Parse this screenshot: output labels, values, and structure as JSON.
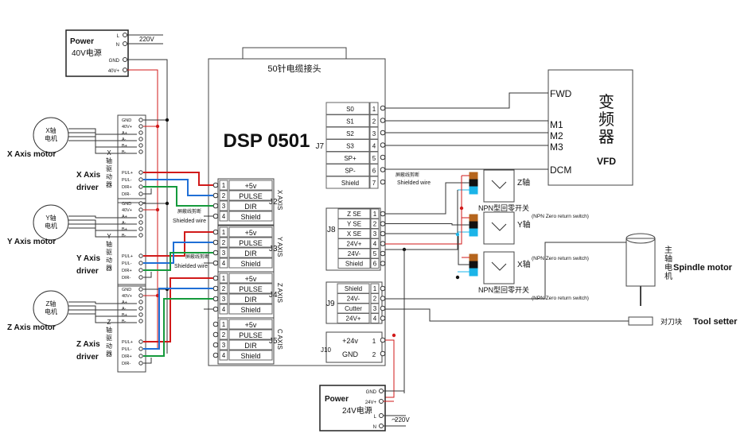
{
  "power40": {
    "title": "Power",
    "subtitle": "40V电源",
    "pins": [
      "L",
      "N",
      "GND",
      "40V+"
    ],
    "supply": "220V"
  },
  "power24": {
    "title": "Power",
    "subtitle": "24V电源",
    "pins": [
      "GND",
      "24V+",
      "L",
      "N"
    ],
    "supply": "220V"
  },
  "controller": {
    "connector_label": "50针电缆接头",
    "model": "DSP 0501"
  },
  "motors": [
    {
      "icon_text": "X轴\n电机",
      "label": "X Axis motor"
    },
    {
      "icon_text": "Y轴\n电机",
      "label": "Y Axis motor"
    },
    {
      "icon_text": "Z轴\n电机",
      "label": "Z Axis motor"
    }
  ],
  "drivers": [
    {
      "vertical_text": "X轴驱动器",
      "label": "X Axis\ndriver"
    },
    {
      "vertical_text": "Y轴驱动器",
      "label": "Y Axis\ndriver"
    },
    {
      "vertical_text": "Z轴驱动器",
      "label": "Z Axis\ndriver"
    }
  ],
  "driver_pins_top": [
    "GND",
    "40V+",
    "A+",
    "A-",
    "B+",
    "B-"
  ],
  "driver_pins_bottom": [
    "PUL+",
    "PUL-",
    "DIR+",
    "DIR-"
  ],
  "axis_connectors": [
    {
      "id": "J2",
      "axis": "X AXIS",
      "pins": [
        "+5v",
        "PULSE",
        "DIR",
        "Shield"
      ]
    },
    {
      "id": "J3",
      "axis": "Y AXIS",
      "pins": [
        "+5v",
        "PULSE",
        "DIR",
        "Shield"
      ]
    },
    {
      "id": "J4",
      "axis": "Z AXIS",
      "pins": [
        "+5v",
        "PULSE",
        "DIR",
        "Shield"
      ]
    },
    {
      "id": "J5",
      "axis": "C AXIS",
      "pins": [
        "+5v",
        "PULSE",
        "DIR",
        "Shield"
      ]
    }
  ],
  "j7": {
    "id": "J7",
    "pins": [
      "S0",
      "S1",
      "S2",
      "S3",
      "SP+",
      "SP-",
      "Shield"
    ]
  },
  "j8": {
    "id": "J8",
    "pins": [
      "Z SE",
      "Y SE",
      "X SE",
      "24V+",
      "24V-",
      "Shield"
    ]
  },
  "j9": {
    "id": "J9",
    "pins": [
      "Shield",
      "24V-",
      "Cutter",
      "24V+"
    ]
  },
  "j10": {
    "id": "J10",
    "pins": [
      "+24v",
      "GND"
    ]
  },
  "shielded": {
    "cn": "屏蔽线剪断",
    "en": "Shielded wire"
  },
  "vfd": {
    "title_cn": "变频器",
    "title_en": "VFD",
    "pins": [
      "FWD",
      "M1",
      "M2",
      "M3",
      "DCM"
    ]
  },
  "switches": [
    {
      "axis": "Z轴",
      "label": "NPN型回零开关",
      "sub": "(NPN Zero return switch)"
    },
    {
      "axis": "Y轴",
      "label": "",
      "sub": "(NPN Zero return switch)"
    },
    {
      "axis": "X轴",
      "label": "NPN型回零开关",
      "sub": "(NPN Zero return switch)"
    }
  ],
  "spindle": {
    "cn": "主轴电机",
    "en": "Spindle motor"
  },
  "tool_setter": {
    "cn": "对刀块",
    "en": "Tool setter"
  },
  "colors": {
    "red": "#d11a1a",
    "blue": "#1f6fd6",
    "green": "#159a3c",
    "brown": "#b5651d",
    "cyan": "#1bb4e8",
    "line": "#333333"
  }
}
